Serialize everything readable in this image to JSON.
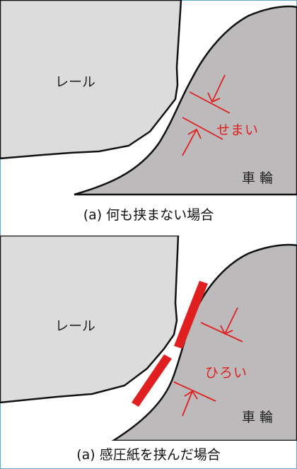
{
  "colors": {
    "rail_fill": "#dcdcdc",
    "wheel_fill": "#bdbabb",
    "outline": "#111111",
    "annotation": "#e02020",
    "pressure_paper": "#e02020",
    "frame": "#5aa9d6"
  },
  "panel_a": {
    "rail_label": "レール",
    "wheel_label": "車輪",
    "gap_label": "せまい",
    "caption": "(a) 何も挟まない場合"
  },
  "panel_b": {
    "rail_label": "レール",
    "wheel_label": "車輪",
    "gap_label": "ひろい",
    "caption": "(a) 感圧紙を挟んだ場合"
  }
}
